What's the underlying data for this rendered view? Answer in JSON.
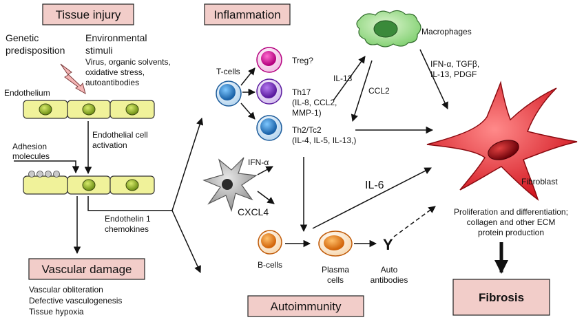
{
  "headers": {
    "tissue_injury": "Tissue injury",
    "inflammation": "Inflammation",
    "vascular_damage": "Vascular damage",
    "autoimmunity": "Autoimmunity",
    "fibrosis": "Fibrosis"
  },
  "injury": {
    "genetic": [
      "Genetic",
      "predisposition"
    ],
    "environmental": [
      "Environmental",
      "stimuli"
    ],
    "stimuli_list": [
      "Virus, organic solvents,",
      "oxidative stress,",
      "autoantibodies"
    ],
    "endothelium": "Endothelium",
    "activation": [
      "Endothelial cell",
      "activation"
    ],
    "adhesion": [
      "Adhesion",
      "molecules"
    ],
    "endothelin": [
      "Endothelin 1",
      "chemokines"
    ]
  },
  "vascular": {
    "effects": [
      "Vascular obliteration",
      "Defective vasculogenesis",
      "Tissue hypoxia"
    ]
  },
  "tcells": {
    "label": "T-cells",
    "treg": "Treg?",
    "th17": [
      "Th17",
      "(IL-8, CCL2,",
      "MMP-1)"
    ],
    "th2": [
      "Th2/Tc2",
      "(IL-4, IL-5, IL-13,)"
    ]
  },
  "dendritic": {
    "ifn": "IFN-α",
    "cxcl4": "CXCL4"
  },
  "macrophages": {
    "label": "Macrophages",
    "il13": "IL-13",
    "ccl2": "CCL2",
    "factors": [
      "IFN-α, TGFβ,",
      "IL-13, PDGF"
    ]
  },
  "fibroblast": {
    "label": "Fibroblast",
    "il6": "IL-6",
    "outcome": [
      "Proliferation and differentiation;",
      "collagen and other ECM",
      "protein production"
    ]
  },
  "bcells": {
    "bcells": "B-cells",
    "plasma": [
      "Plasma",
      "cells"
    ],
    "antibody_glyph": "Y",
    "auto": [
      "Auto",
      "antibodies"
    ]
  },
  "colors": {
    "box_fill": "#f2cdc9",
    "endothelial_cell": "#f0f29a",
    "treg": "#d9219a",
    "th17": "#7e32bd",
    "th2": "#2f8fd0",
    "bcell": "#ef8a1a",
    "macrophage": "#7fcf6f",
    "fibroblast": "#e8202a",
    "dendritic": "#9a9a9a"
  },
  "icons": [
    "lightning-bolt-icon",
    "endothelial-cell-icon",
    "t-cell-icon",
    "dendritic-cell-icon",
    "macrophage-icon",
    "fibroblast-icon",
    "b-cell-icon",
    "plasma-cell-icon",
    "antibody-icon"
  ]
}
